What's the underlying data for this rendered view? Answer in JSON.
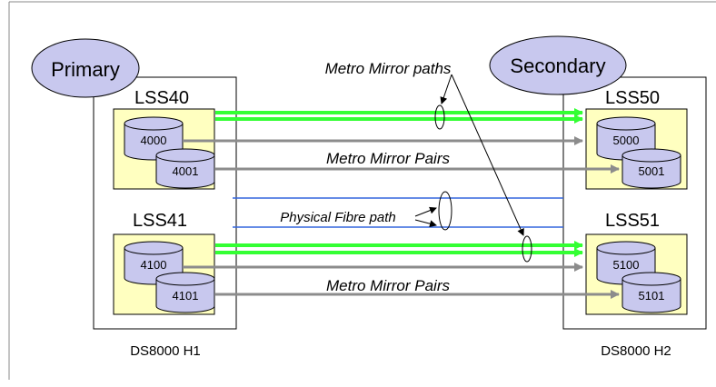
{
  "primary": {
    "ellipse_label": "Primary",
    "system_label": "DS8000 H1",
    "lss": [
      {
        "label": "LSS40",
        "volumes": [
          "4000",
          "4001"
        ]
      },
      {
        "label": "LSS41",
        "volumes": [
          "4100",
          "4101"
        ]
      }
    ]
  },
  "secondary": {
    "ellipse_label": "Secondary",
    "system_label": "DS8000 H2",
    "lss": [
      {
        "label": "LSS50",
        "volumes": [
          "5000",
          "5001"
        ]
      },
      {
        "label": "LSS51",
        "volumes": [
          "5100",
          "5101"
        ]
      }
    ]
  },
  "annotations": {
    "metro_mirror_paths": "Metro Mirror paths",
    "metro_mirror_pairs": "Metro Mirror Pairs",
    "physical_fibre_path": "Physical Fibre path"
  },
  "colors": {
    "ellipse_fill": "#c8c8ee",
    "lss_fill": "#ffffc0",
    "volume_fill": "#c8c8ee",
    "path_green": "#33ff33",
    "pair_arrow": "#8c8c8c",
    "fibre_blue": "#3366dd"
  }
}
